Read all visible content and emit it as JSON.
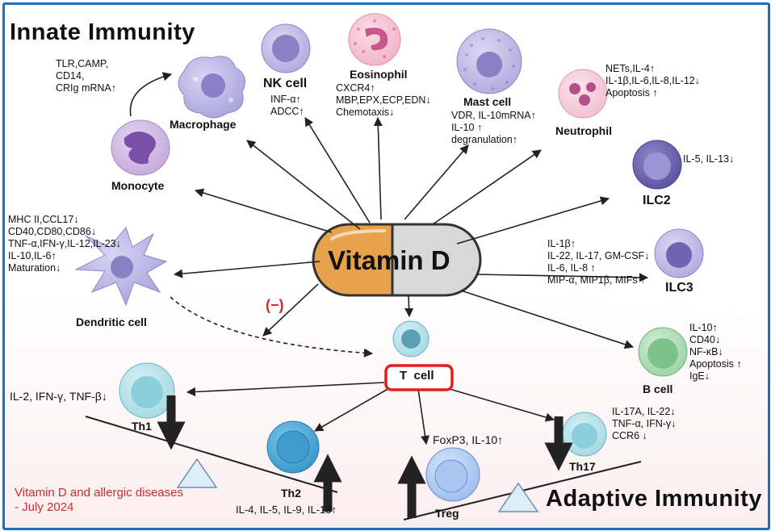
{
  "sections": {
    "innate_title": "Innate  Immunity",
    "adaptive_title": "Adaptive  Immunity"
  },
  "center": {
    "label": "Vitamin D",
    "inhibition": "(−)"
  },
  "cells": {
    "monocyte": "Monocyte",
    "macrophage": "Macrophage",
    "nk": "NK cell",
    "eosinophil": "Eosinophil",
    "mast": "Mast cell",
    "neutrophil": "Neutrophil",
    "ilc2": "ILC2",
    "ilc3": "ILC3",
    "dendritic": "Dendritic cell",
    "t_cell": "T  cell",
    "b_cell": "B cell",
    "th1": "Th1",
    "th2": "Th2",
    "treg": "Treg",
    "th17": "Th17"
  },
  "effects": {
    "macrophage": "TLR,CAMP,\nCD14,\nCRIg mRNA↑",
    "nk": "INF-α↑\nADCC↑",
    "eosinophil": "CXCR4↑\nMBP,EPX,ECP,EDN↓\nChemotaxis↓",
    "mast": "VDR, IL-10mRNA↑\nIL-10 ↑\ndegranulation↑",
    "neutrophil": "NETs,IL-4↑\nIL-1β,IL-6,IL-8,IL-12↓\nApoptosis ↑",
    "ilc2": "IL-5, IL-13↓",
    "ilc3": "IL-1β↑\nIL-22, IL-17, GM-CSF↓\nIL-6, IL-8 ↑\nMIP-α, MIP1β, MIFs ↑",
    "dendritic": "MHC II,CCL17↓\nCD40,CD80,CD86↓\nTNF-α,IFN-γ,IL-12,IL-23↓\nIL-10,IL-6↑\nMaturation↓",
    "b_cell": "IL-10↑\nCD40↓\nNF-κB↓\nApoptosis ↑\nIgE↓",
    "th1": "IL-2, IFN-γ, TNF-β↓",
    "th2": "IL-4, IL-5, IL-9, IL-13↑",
    "treg": "FoxP3, IL-10↑",
    "th17": "IL-17A, IL-22↓\nTNF-α, IFN-γ↓\nCCR6 ↓"
  },
  "footnote": "Vitamin D and allergic diseases\n- July 2024",
  "colors": {
    "frame": "#1a6fc4",
    "tcell_box": "#e01e1e",
    "inhibition": "#d22a2a",
    "pill_orange": "#e8a24e",
    "pill_gray": "#d8d8d8"
  }
}
